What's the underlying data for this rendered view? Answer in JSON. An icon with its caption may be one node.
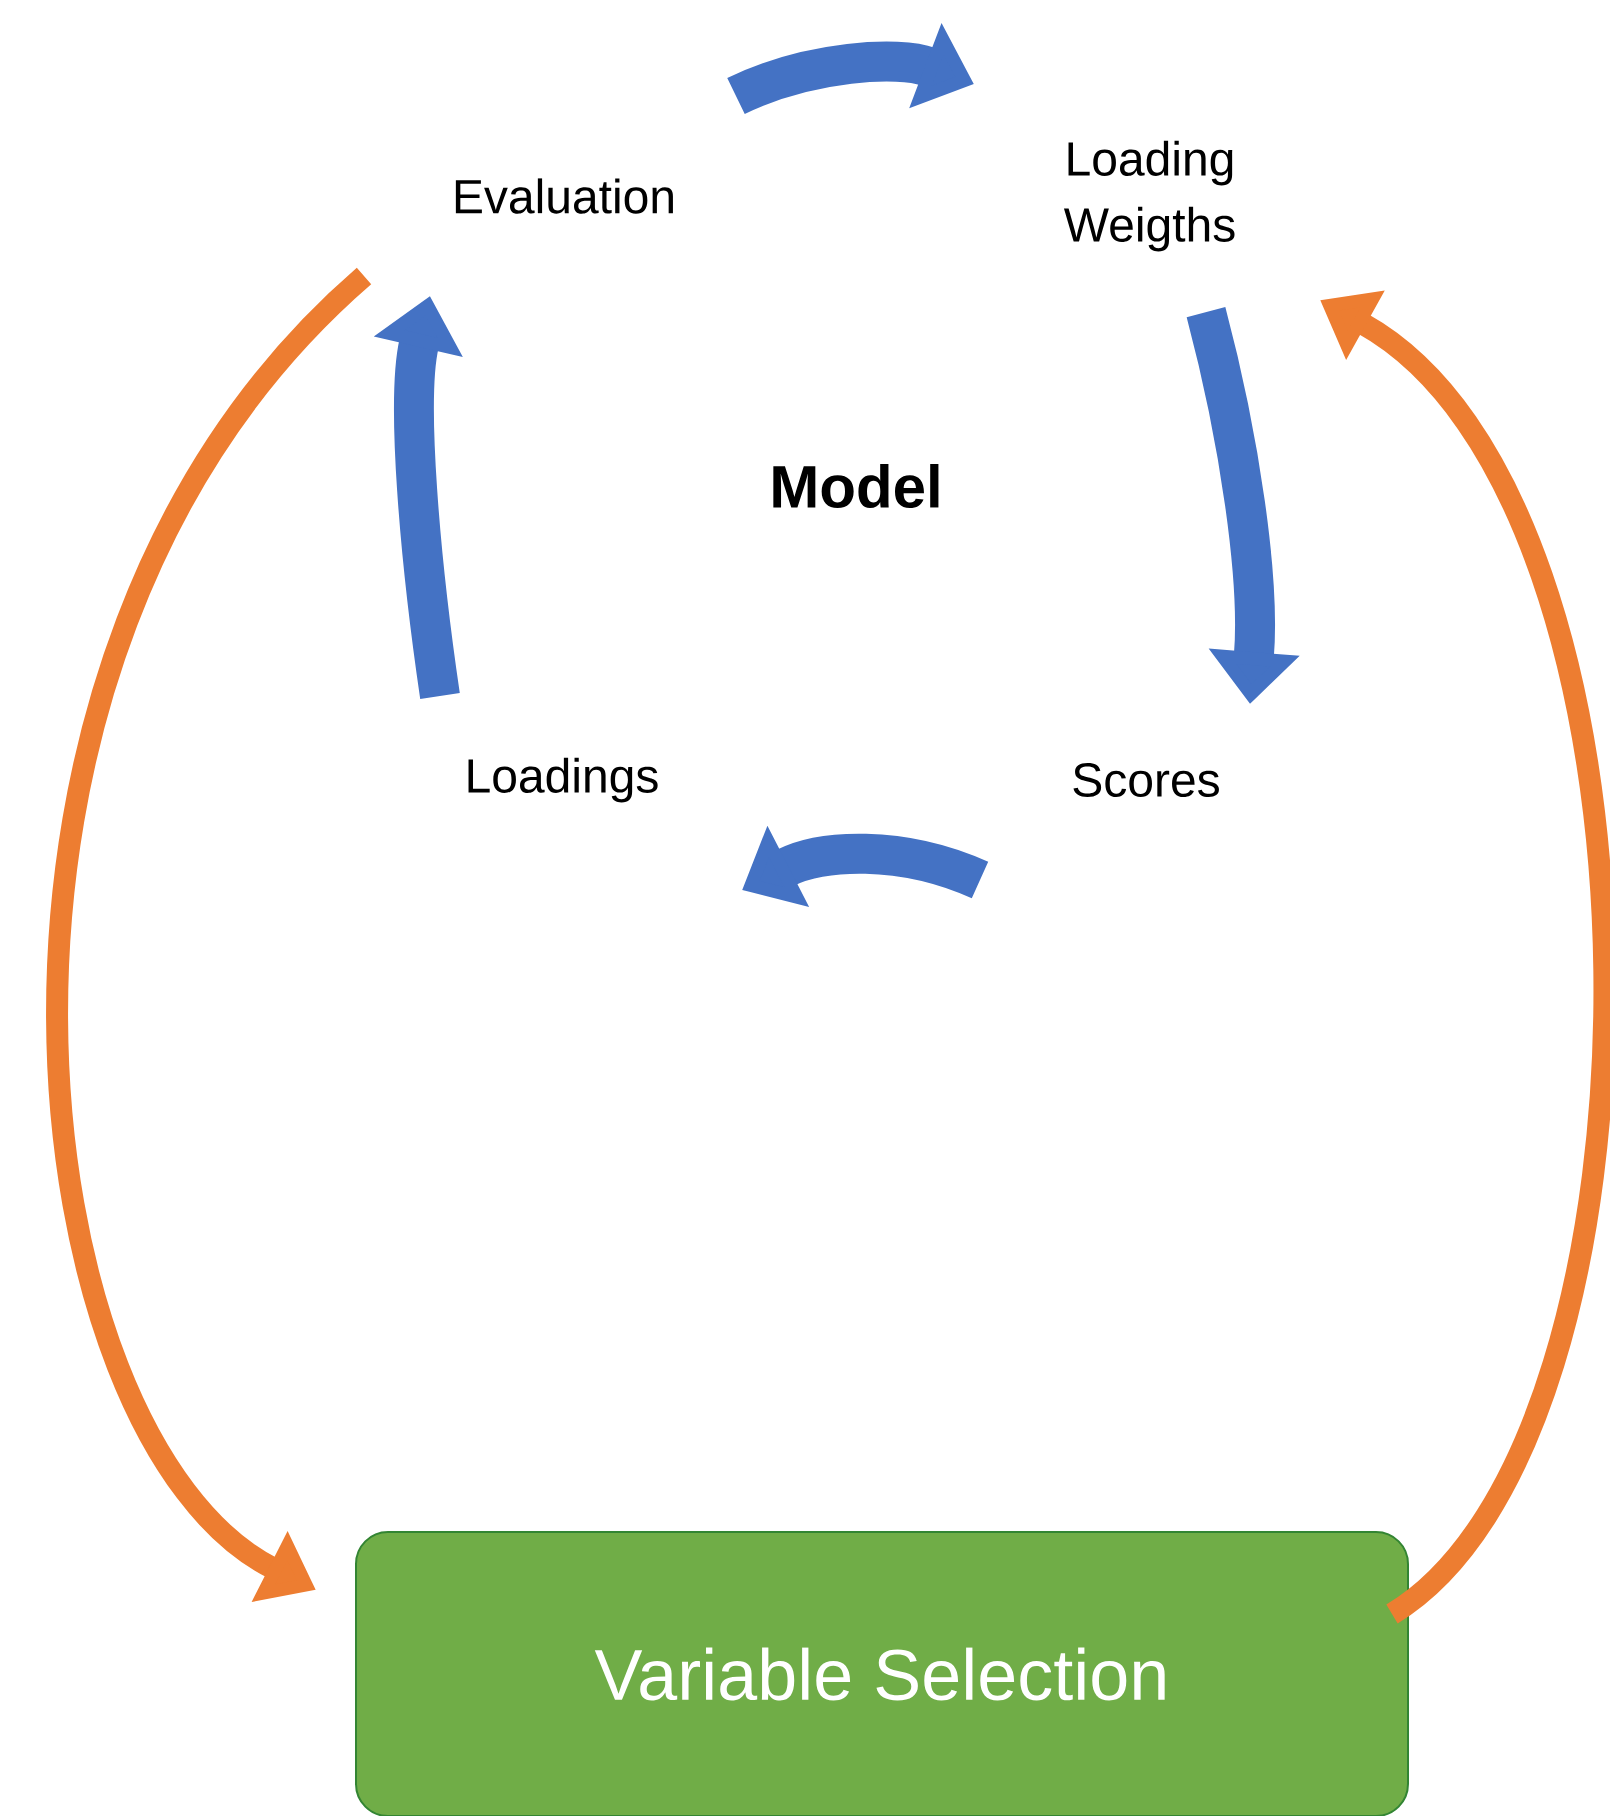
{
  "diagram": {
    "nodes": [
      {
        "text": [
          "Evaluation"
        ]
      },
      {
        "text": [
          "Loading Weigths"
        ]
      },
      {
        "text": [
          "Scores"
        ]
      },
      {
        "text": [
          "Loadings"
        ]
      },
      {
        "text": [
          "Variable Selection"
        ]
      }
    ],
    "edges": [
      {
        "from": 0,
        "to": 1,
        "arrow": "to"
      },
      {
        "from": 1,
        "to": 2,
        "arrow": "to"
      },
      {
        "from": 2,
        "to": 3,
        "arrow": "to"
      },
      {
        "from": 3,
        "to": 0,
        "arrow": "to"
      },
      {
        "from": 0,
        "to": 4,
        "arrow": "to",
        "color": "#ed7d31"
      },
      {
        "from": 4,
        "to": 1,
        "arrow": "to",
        "color": "#ed7d31"
      }
    ],
    "labels": [
      "Model"
    ]
  }
}
